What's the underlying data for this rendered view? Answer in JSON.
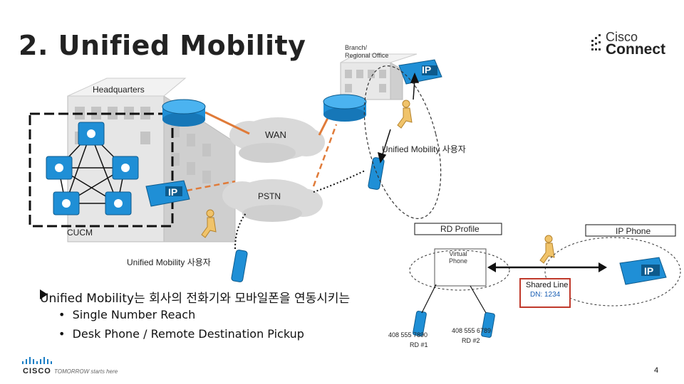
{
  "slide": {
    "title": "2. Unified Mobility",
    "page_number": "4"
  },
  "brand": {
    "logo_top": "Cisco",
    "logo_bottom": "Connect",
    "footer_brand": "CISCO",
    "footer_tagline": "TOMORROW starts here"
  },
  "diagram": {
    "branch_label": "Branch/\nRegional Office",
    "hq_label": "Headquarters",
    "wan_label": "WAN",
    "pstn_label": "PSTN",
    "cucm_label": "CUCM",
    "um_user_right": "Unified Mobility 사용자",
    "um_user_left": "Unified Mobility 사용자",
    "rd_profile": "RD Profile",
    "ip_phone_header": "IP Phone",
    "virtual_phone": "Virtual\nPhone",
    "shared_line": "Shared Line",
    "dn": "DN: 1234",
    "rd1_number": "408 555 7890",
    "rd1_label": "RD #1",
    "rd2_number": "408 555 6789",
    "rd2_label": "RD #2",
    "ip_tag": "IP"
  },
  "bullets": {
    "main": "Unified Mobility는 회사의 전화기와 모바일폰을 연동시키는",
    "sub": [
      "Single Number Reach",
      "Desk Phone / Remote Destination Pickup"
    ]
  },
  "colors": {
    "router_blue": "#1f8fd6",
    "accent_orange": "#e07b39",
    "shared_line_red": "#c0392b",
    "dn_blue": "#1a5fb4"
  }
}
